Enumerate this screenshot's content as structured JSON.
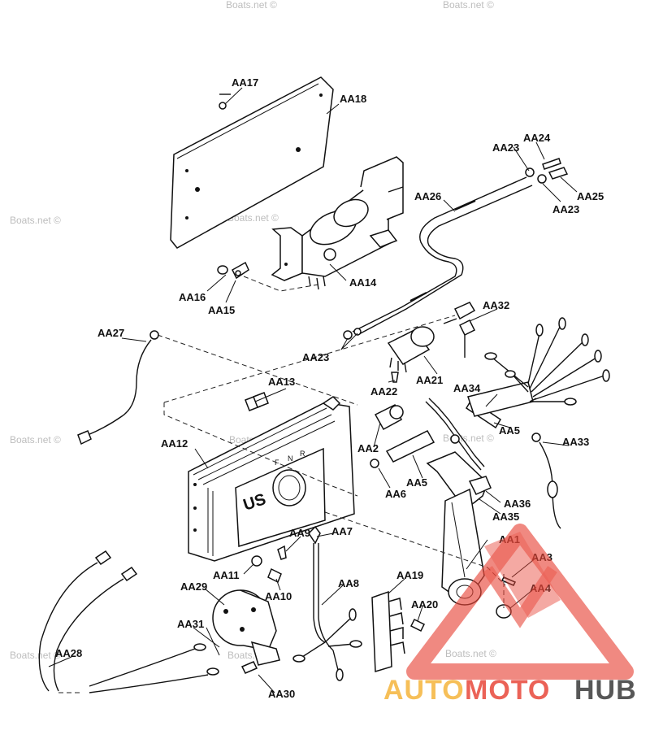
{
  "watermark": "Boats.net ©",
  "logo": {
    "part1": "AUTO",
    "part2": "MOTO",
    "part3": "HUB",
    "color_red": "#e8473a",
    "color_yellow": "#f5b53c"
  },
  "panel_letters": {
    "f": "F",
    "n": "N",
    "r": "R",
    "brand": "US"
  },
  "labels": {
    "AA1": "AA1",
    "AA2": "AA2",
    "AA3": "AA3",
    "AA4": "AA4",
    "AA5a": "AA5",
    "AA5b": "AA5",
    "AA6": "AA6",
    "AA7": "AA7",
    "AA8": "AA8",
    "AA9": "AA9",
    "AA10": "AA10",
    "AA11": "AA11",
    "AA12": "AA12",
    "AA13": "AA13",
    "AA14": "AA14",
    "AA15": "AA15",
    "AA16": "AA16",
    "AA17": "AA17",
    "AA18": "AA18",
    "AA19": "AA19",
    "AA20": "AA20",
    "AA21": "AA21",
    "AA22": "AA22",
    "AA23a": "AA23",
    "AA23b": "AA23",
    "AA23c": "AA23",
    "AA24": "AA24",
    "AA25": "AA25",
    "AA26": "AA26",
    "AA27": "AA27",
    "AA28": "AA28",
    "AA29": "AA29",
    "AA30": "AA30",
    "AA31": "AA31",
    "AA32": "AA32",
    "AA33": "AA33",
    "AA34": "AA34",
    "AA35": "AA35",
    "AA36": "AA36"
  }
}
